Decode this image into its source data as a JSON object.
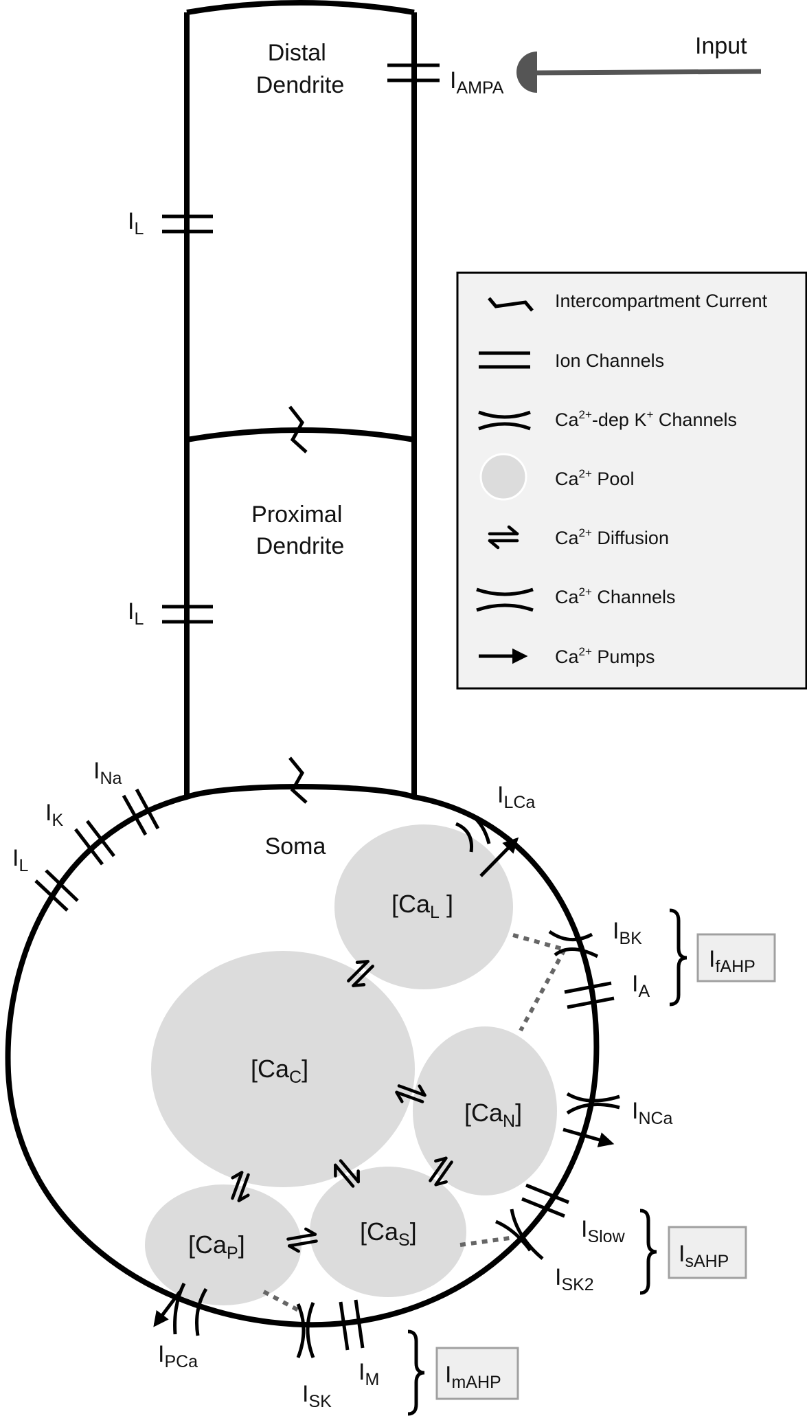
{
  "compartments": {
    "distal": [
      "Distal",
      "Dendrite"
    ],
    "proximal": [
      "Proximal",
      "Dendrite"
    ],
    "soma": "Soma"
  },
  "input_label": "Input",
  "currents": {
    "ampa": {
      "main": "I",
      "sub": "AMPA"
    },
    "l_distal": {
      "main": "I",
      "sub": "L"
    },
    "l_proximal": {
      "main": "I",
      "sub": "L"
    },
    "na": {
      "main": "I",
      "sub": "Na"
    },
    "k": {
      "main": "I",
      "sub": "K"
    },
    "l_soma": {
      "main": "I",
      "sub": "L"
    },
    "lca": {
      "main": "I",
      "sub": "LCa"
    },
    "bk": {
      "main": "I",
      "sub": "BK"
    },
    "a": {
      "main": "I",
      "sub": "A"
    },
    "nca": {
      "main": "I",
      "sub": "NCa"
    },
    "slow": {
      "main": "I",
      "sub": "Slow"
    },
    "sk2": {
      "main": "I",
      "sub": "SK2"
    },
    "pca": {
      "main": "I",
      "sub": "PCa"
    },
    "sk": {
      "main": "I",
      "sub": "SK"
    },
    "m": {
      "main": "I",
      "sub": "M"
    }
  },
  "pools": {
    "l": {
      "main": "[Ca",
      "sub": "L",
      "close": " ]"
    },
    "c": {
      "main": "[Ca",
      "sub": "C",
      "close": "]"
    },
    "n": {
      "main": "[Ca",
      "sub": "N",
      "close": "]"
    },
    "p": {
      "main": "[Ca",
      "sub": "P",
      "close": "]"
    },
    "s": {
      "main": "[Ca",
      "sub": "S",
      "close": "]"
    }
  },
  "ahp_groups": {
    "fahp": {
      "main": "I",
      "sub": "fAHP"
    },
    "sahp": {
      "main": "I",
      "sub": "sAHP"
    },
    "mahp": {
      "main": "I",
      "sub": "mAHP"
    }
  },
  "legend": {
    "intercompartment": "Intercompartment Current",
    "ion_channels": "Ion Channels",
    "ca_dep_k": {
      "a": "Ca",
      "a_sup": "2+",
      "b": "-dep K",
      "b_sup": "+",
      "c": " Channels"
    },
    "pool": {
      "a": "Ca",
      "a_sup": "2+",
      "c": " Pool"
    },
    "diffusion": {
      "a": "Ca",
      "a_sup": "2+",
      "c": " Diffusion"
    },
    "ca_channels": {
      "a": "Ca",
      "a_sup": "2+",
      "c": " Channels"
    },
    "pumps": {
      "a": "Ca",
      "a_sup": "2+",
      "c": " Pumps"
    }
  },
  "colors": {
    "pool_fill": "#dcdcdc",
    "legend_bg": "#f2f2f2",
    "ahp_box_bg": "#efefef",
    "ahp_box_border": "#a0a0a0",
    "dotted_link": "#666666",
    "synapse": "#555555"
  }
}
